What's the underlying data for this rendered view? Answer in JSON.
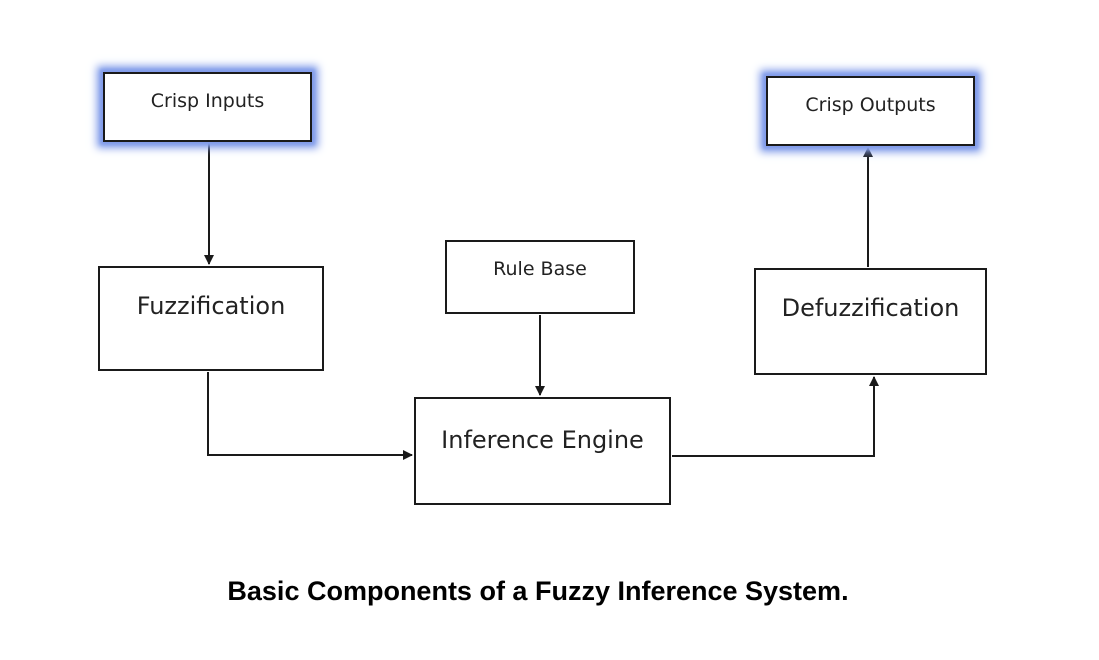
{
  "diagram": {
    "nodes": {
      "crisp_inputs": "Crisp Inputs",
      "fuzzification": "Fuzzification",
      "rule_base": "Rule Base",
      "inference_engine": "Inference Engine",
      "defuzzification": "Defuzzification",
      "crisp_outputs": "Crisp Outputs"
    },
    "edges": [
      {
        "from": "crisp_inputs",
        "to": "fuzzification"
      },
      {
        "from": "fuzzification",
        "to": "inference_engine"
      },
      {
        "from": "rule_base",
        "to": "inference_engine"
      },
      {
        "from": "inference_engine",
        "to": "defuzzification"
      },
      {
        "from": "defuzzification",
        "to": "crisp_outputs"
      }
    ],
    "colors": {
      "glow": "#7f9ae9",
      "stroke": "#1a1a1a"
    }
  },
  "caption": "Basic Components of a Fuzzy Inference System."
}
